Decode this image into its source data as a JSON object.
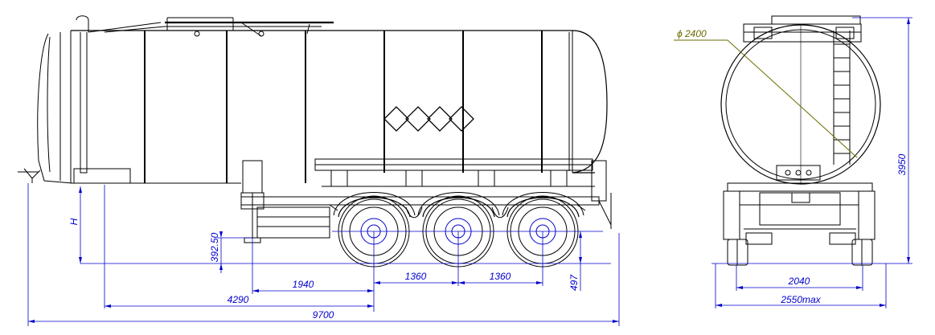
{
  "drawing": {
    "dimensions": {
      "overall_length": "9700",
      "kingpin_to_axle": "4290",
      "legs_to_axle": "1940",
      "axle_spacing_1": "1360",
      "axle_spacing_2": "1360",
      "height_label": "H",
      "kingpin_height": "392.50",
      "axle_height": "497",
      "track_width": "2040",
      "overall_width": "2550max",
      "overall_height": "3950",
      "tank_diameter": "ϕ 2400"
    },
    "colors": {
      "line": "#000000",
      "dimension": "#0000cc",
      "leader": "#6b6b00",
      "hub": "#0000cc"
    }
  }
}
